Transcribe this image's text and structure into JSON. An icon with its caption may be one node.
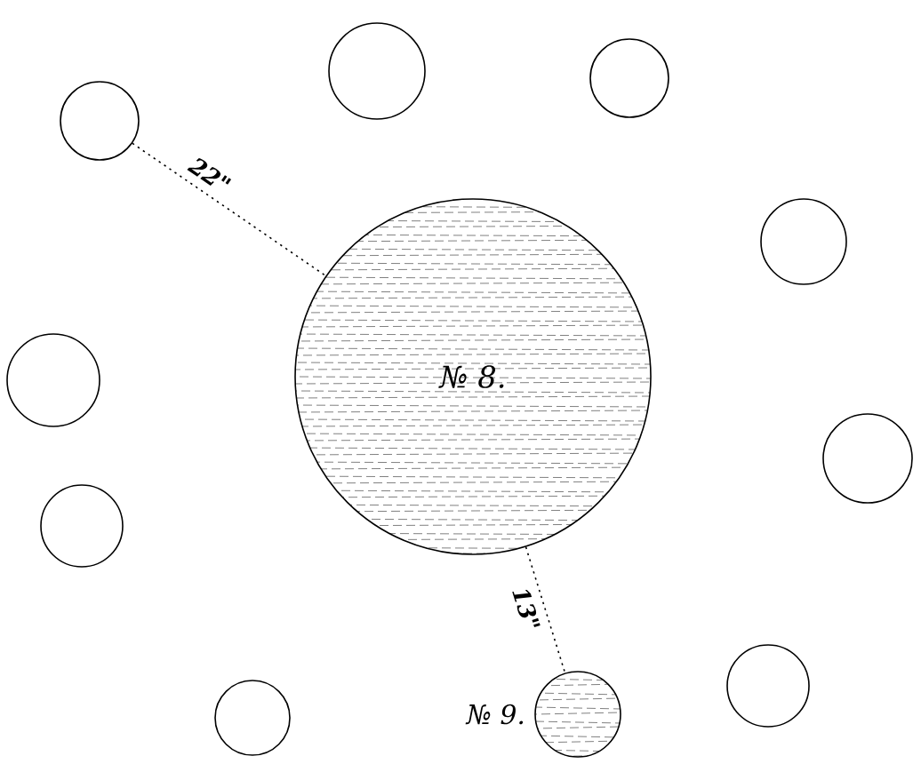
{
  "diagram": {
    "nodes": [
      {
        "text": [],
        "shape": "circle"
      },
      {
        "text": [],
        "shape": "circle"
      },
      {
        "text": [],
        "shape": "circle"
      },
      {
        "text": [],
        "shape": "circle"
      },
      {
        "text": [
          "№ 8."
        ]
      },
      {
        "text": [],
        "shape": "circle"
      },
      {
        "text": [],
        "shape": "circle"
      },
      {
        "text": [],
        "shape": "circle"
      },
      {
        "text": [],
        "shape": "circle"
      },
      {
        "text": [],
        "shape": "circle",
        "beside": [
          "№ 9."
        ]
      },
      {
        "text": [],
        "shape": "circle"
      }
    ],
    "edges": [
      {
        "from": 2,
        "to": 4,
        "arrow": "none",
        "style": "dashed",
        "label": "22\""
      },
      {
        "from": 4,
        "to": 9,
        "arrow": "none",
        "style": "dashed",
        "label": "13\""
      }
    ]
  }
}
